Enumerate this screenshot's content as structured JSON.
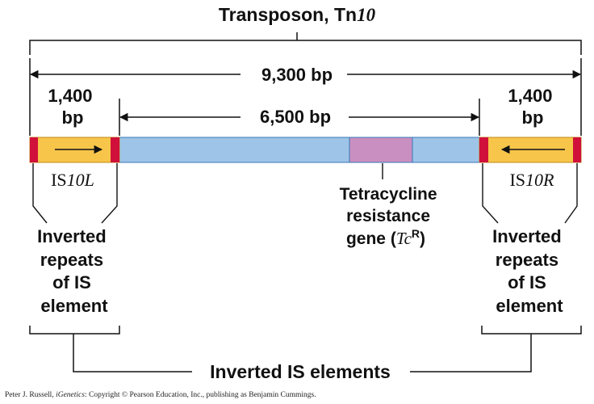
{
  "title": {
    "prefix": "Transposon, Tn",
    "suffix": "10"
  },
  "length_total": "9,300 bp",
  "length_central": "6,500 bp",
  "left_is": {
    "length_line1": "1,400",
    "length_line2": "bp",
    "name_prefix": "IS",
    "name_suffix": "10L",
    "repeats_label": [
      "Inverted",
      "repeats",
      "of IS",
      "element"
    ]
  },
  "right_is": {
    "length_line1": "1,400",
    "length_line2": "bp",
    "name_prefix": "IS",
    "name_suffix": "10R",
    "repeats_label": [
      "Inverted",
      "repeats",
      "of IS",
      "element"
    ]
  },
  "gene": {
    "line1": "Tetracycline",
    "line2": "resistance",
    "line3_prefix": "gene (",
    "line3_symbol": "Tc",
    "line3_sup": "R",
    "line3_suffix": ")"
  },
  "bottom_label": "Inverted IS elements",
  "credit": {
    "author": "Peter J. Russell, ",
    "book": "iGenetics",
    "rest": ": Copyright © Pearson Education, Inc., publishing as Benjamin Cummings."
  },
  "colors": {
    "is_element": "#f7c54a",
    "inverted_repeat": "#d0103a",
    "central_region": "#9ec4e8",
    "tetracycline_gene": "#c98fc0",
    "lines": "#111111"
  }
}
